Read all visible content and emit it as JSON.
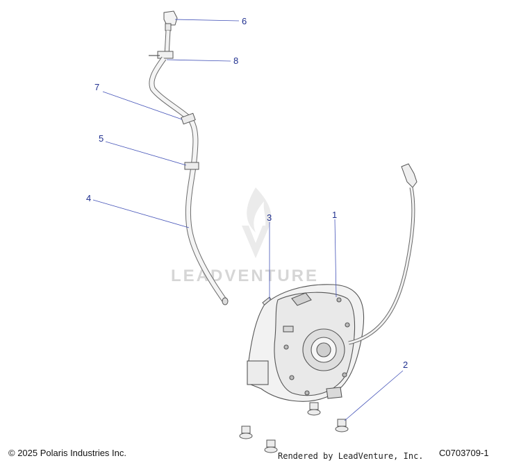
{
  "callouts": [
    {
      "id": "6",
      "label": "6"
    },
    {
      "id": "8",
      "label": "8"
    },
    {
      "id": "7",
      "label": "7"
    },
    {
      "id": "5",
      "label": "5"
    },
    {
      "id": "4",
      "label": "4"
    },
    {
      "id": "3",
      "label": "3"
    },
    {
      "id": "1",
      "label": "1"
    },
    {
      "id": "2",
      "label": "2"
    }
  ],
  "watermark": {
    "text": "LEADVENTURE"
  },
  "footer": {
    "copyright": "© 2025 Polaris Industries Inc.",
    "rendered_by": "Rendered by LeadVenture, Inc.",
    "part_code": "C0703709-1"
  },
  "colors": {
    "callout": "#1f2f8f",
    "leader": "#4453b8",
    "watermark": "#d6d6d6"
  }
}
